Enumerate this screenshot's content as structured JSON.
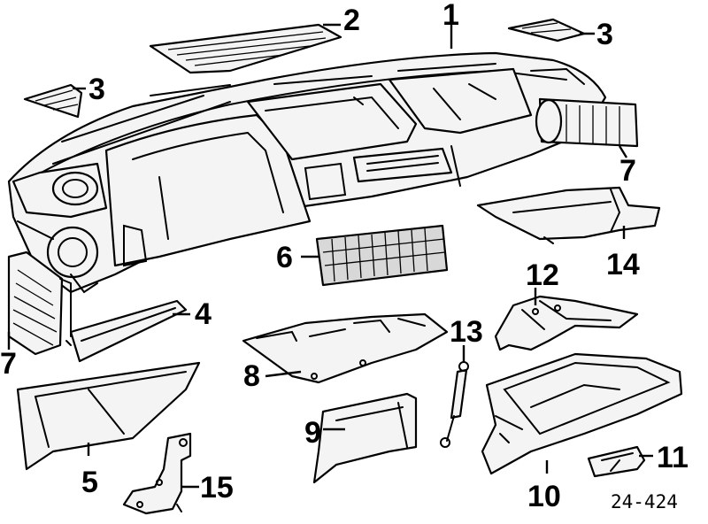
{
  "callouts": [
    {
      "id": "1",
      "label": "1"
    },
    {
      "id": "2",
      "label": "2"
    },
    {
      "id": "3a",
      "label": "3"
    },
    {
      "id": "3b",
      "label": "3"
    },
    {
      "id": "4",
      "label": "4"
    },
    {
      "id": "5",
      "label": "5"
    },
    {
      "id": "6",
      "label": "6"
    },
    {
      "id": "7a",
      "label": "7"
    },
    {
      "id": "7b",
      "label": "7"
    },
    {
      "id": "8",
      "label": "8"
    },
    {
      "id": "9",
      "label": "9"
    },
    {
      "id": "10",
      "label": "10"
    },
    {
      "id": "11",
      "label": "11"
    },
    {
      "id": "12",
      "label": "12"
    },
    {
      "id": "13",
      "label": "13"
    },
    {
      "id": "14",
      "label": "14"
    },
    {
      "id": "15",
      "label": "15"
    }
  ],
  "reference_code": "24-424"
}
